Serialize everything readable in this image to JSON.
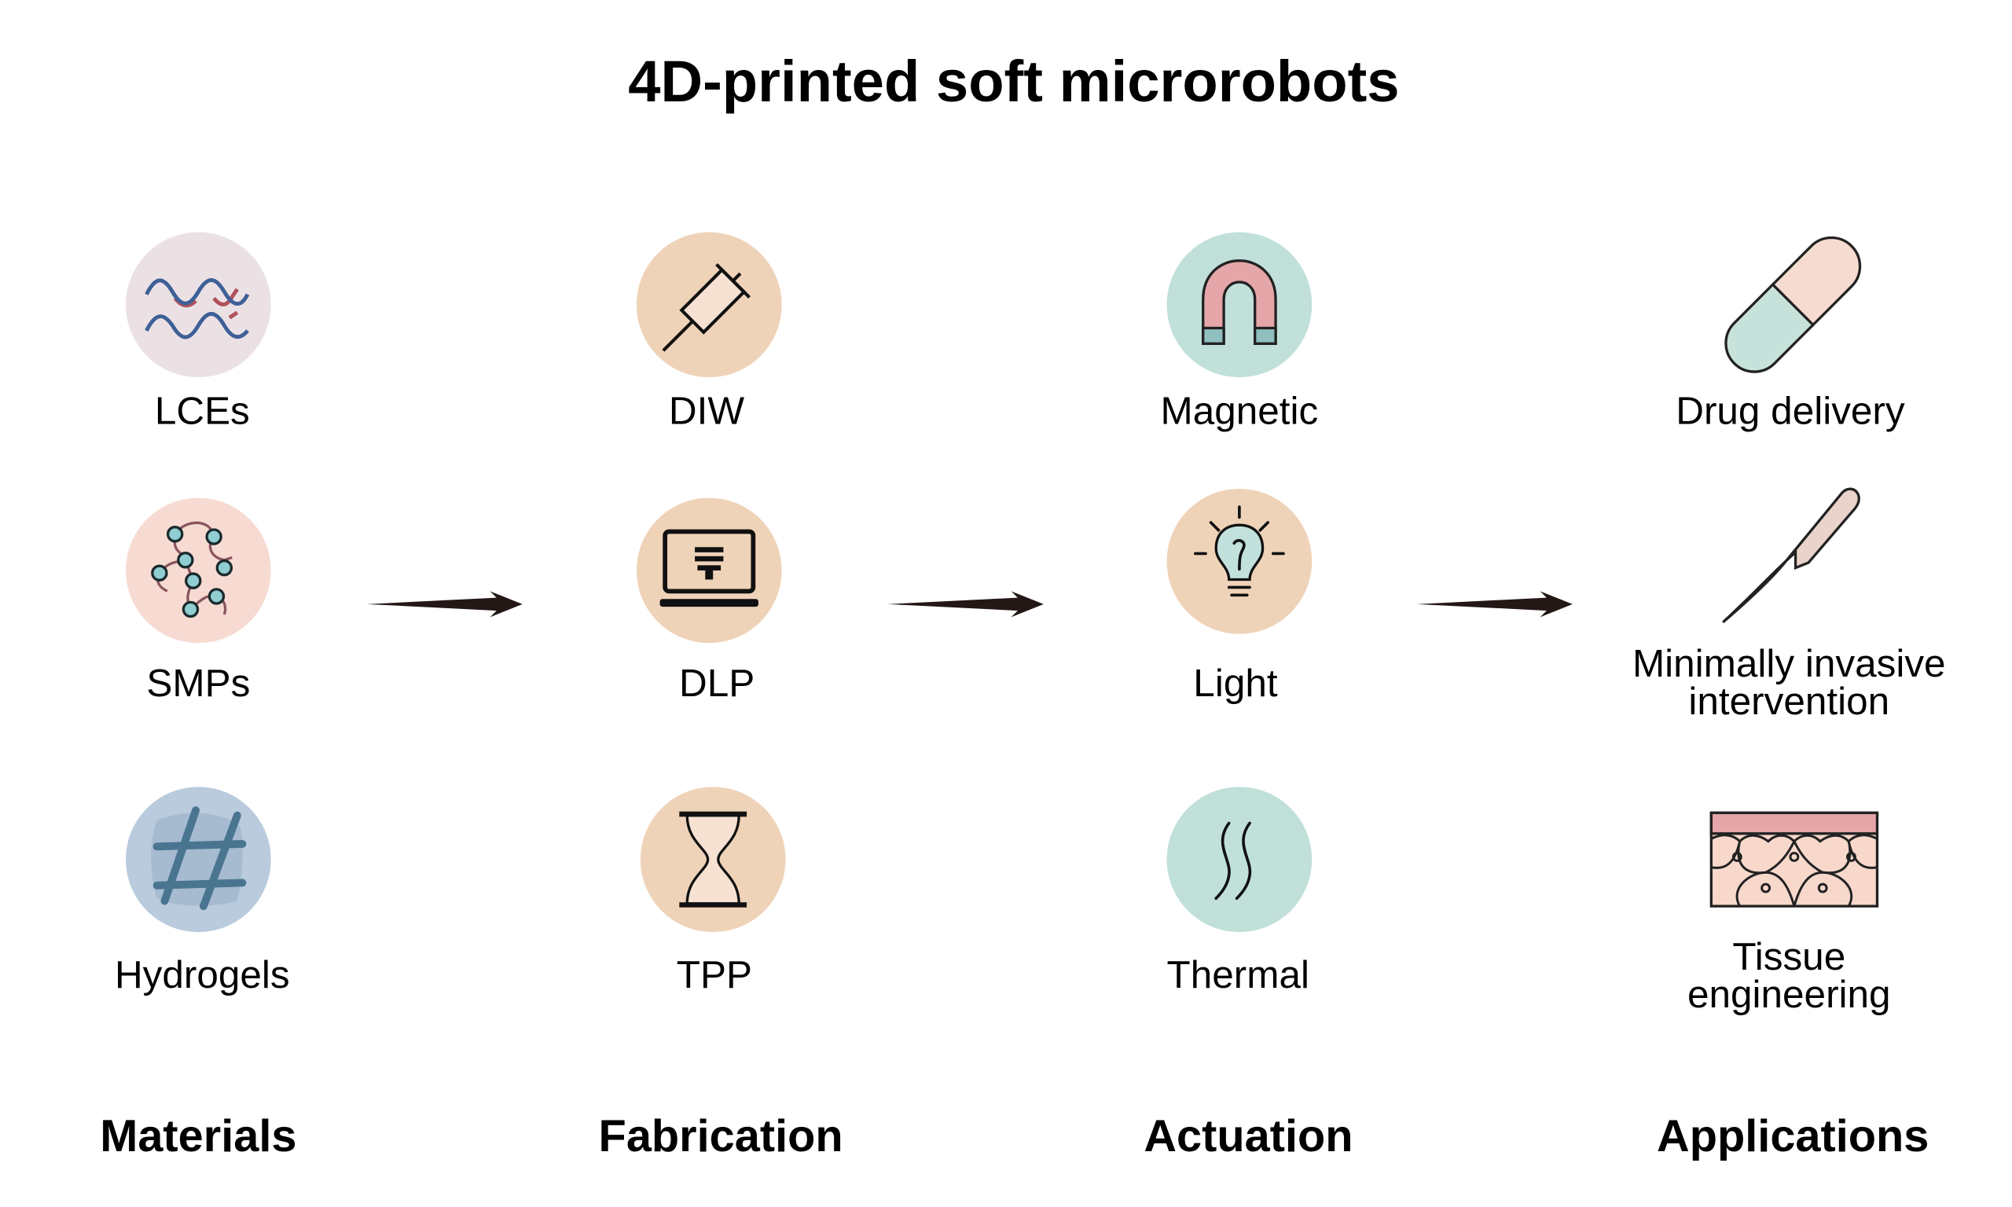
{
  "title": "4D-printed soft microrobots",
  "columns": [
    {
      "header": "Materials",
      "items": [
        {
          "label": "LCEs",
          "icon": "liquid-crystal-chains-icon"
        },
        {
          "label": "SMPs",
          "icon": "polymer-network-icon"
        },
        {
          "label": "Hydrogels",
          "icon": "hydrogel-mesh-icon"
        }
      ]
    },
    {
      "header": "Fabrication",
      "items": [
        {
          "label": "DIW",
          "icon": "syringe-icon"
        },
        {
          "label": "DLP",
          "icon": "laptop-projector-icon"
        },
        {
          "label": "TPP",
          "icon": "hourglass-icon"
        }
      ]
    },
    {
      "header": "Actuation",
      "items": [
        {
          "label": "Magnetic",
          "icon": "magnet-icon"
        },
        {
          "label": "Light",
          "icon": "light-bulb-icon"
        },
        {
          "label": "Thermal",
          "icon": "heat-waves-icon"
        }
      ]
    },
    {
      "header": "Applications",
      "items": [
        {
          "label": "Drug delivery",
          "icon": "capsule-icon"
        },
        {
          "label_line1": "Minimally invasive",
          "label_line2": "intervention",
          "icon": "scalpel-icon"
        },
        {
          "label_line1": "Tissue",
          "label_line2": "engineering",
          "icon": "tissue-cells-icon"
        }
      ]
    }
  ],
  "colors": {
    "pink_bg": "#ebe1e5",
    "salmon_bg": "#f7dbd2",
    "blue_bg": "#b9cbdd",
    "peach_bg": "#efd3b8",
    "mint_bg": "#c0e0d9",
    "arrow": "#231815"
  }
}
